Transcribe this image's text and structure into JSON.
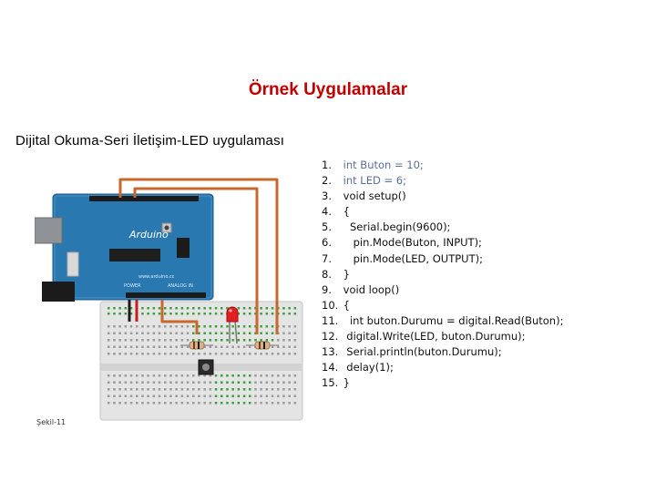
{
  "slide": {
    "title": "Örnek Uygulamalar",
    "subtitle": "Dijital Okuma-Seri İletişim-LED uygulaması",
    "figure_caption": "Şekil-11"
  },
  "figure": {
    "board_label": "Arduino",
    "board_url": "www.arduino.cc",
    "board_text_power": "POWER",
    "board_text_analog": "ANALOG IN",
    "colors": {
      "board": "#2a78b0",
      "wire": "#c8682c",
      "led": "#e02020",
      "breadboard": "#e6e6e6",
      "title": "#c00000"
    }
  },
  "code": {
    "lines": [
      {
        "num": "1.",
        "text": "int Buton = 10;"
      },
      {
        "num": "2.",
        "text": "int LED = 6;"
      },
      {
        "num": "3.",
        "text": "void setup()"
      },
      {
        "num": "4.",
        "text": "{"
      },
      {
        "num": "5.",
        "text": "  Serial.begin(9600);"
      },
      {
        "num": "6.",
        "text": "   pin.Mode(Buton, INPUT);"
      },
      {
        "num": "7.",
        "text": "   pin.Mode(LED, OUTPUT);"
      },
      {
        "num": "8.",
        "text": "}"
      },
      {
        "num": "9.",
        "text": "void loop()"
      },
      {
        "num": "10.",
        "text": "{"
      },
      {
        "num": "11.",
        "text": "  int buton.Durumu = digital.Read(Buton);"
      },
      {
        "num": "12.",
        "text": " digital.Write(LED, buton.Durumu);"
      },
      {
        "num": "13.",
        "text": " Serial.println(buton.Durumu);"
      },
      {
        "num": "14.",
        "text": " delay(1);"
      },
      {
        "num": "15.",
        "text": "}"
      }
    ]
  }
}
